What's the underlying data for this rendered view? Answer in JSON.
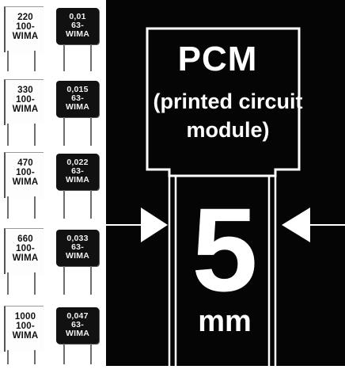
{
  "samples": [
    {
      "left": "220\n100-\nWIMA",
      "right": "0,01\n63-\nWIMA"
    },
    {
      "left": "330\n100-\nWIMA",
      "right": "0,015\n63-\nWIMA"
    },
    {
      "left": "470\n100-\nWIMA",
      "right": "0,022\n63-\nWIMA"
    },
    {
      "left": "660\n100-\nWIMA",
      "right": "0,033\n63-\nWIMA"
    },
    {
      "left": "1000\n100-\nWIMA",
      "right": "0,047\n63-\nWIMA"
    }
  ],
  "feature": {
    "title": "PCM",
    "subtitle_line1": "(printed circuit",
    "subtitle_line2": "module)",
    "size_value": "5",
    "size_unit": "mm"
  },
  "colors": {
    "panel": "#050505",
    "text_light": "#ffffff",
    "capacitor_dark": "#111111"
  }
}
